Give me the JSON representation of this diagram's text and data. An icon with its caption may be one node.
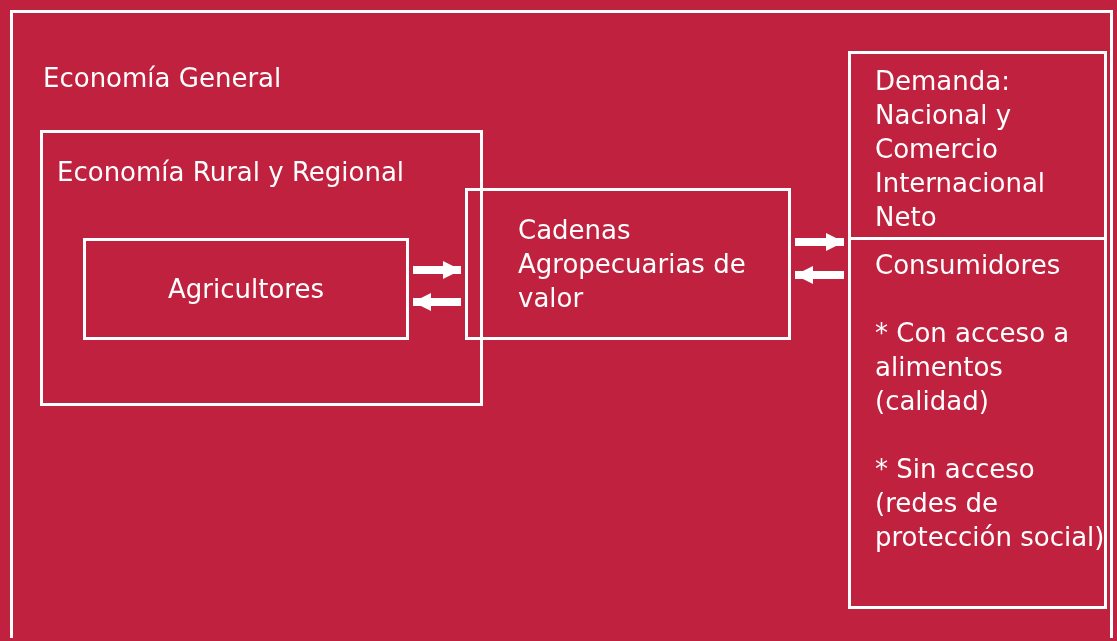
{
  "diagram": {
    "nodes": [
      {
        "text": [
          "Economía General"
        ]
      },
      {
        "text": [
          "Economía Rural y Regional"
        ],
        "in": 0
      },
      {
        "text": [
          "Agricultores"
        ],
        "in": 1
      },
      {
        "text": [
          "Cadenas Agropecuarias de valor"
        ],
        "in": 0
      },
      {
        "text": [
          "Demanda: Nacional y Comercio Internacional Neto"
        ],
        "in": 0
      },
      {
        "text": [
          "Consumidores",
          "* Con acceso a alimentos (calidad)",
          "* Sin acceso (redes de protección social)"
        ],
        "in": 0
      }
    ],
    "edges": [
      {
        "from": 2,
        "to": 3,
        "arrow": "to"
      },
      {
        "from": 3,
        "to": 2,
        "arrow": "to"
      },
      {
        "from": 3,
        "to": 5,
        "arrow": "to"
      },
      {
        "from": 5,
        "to": 3,
        "arrow": "to"
      }
    ]
  }
}
